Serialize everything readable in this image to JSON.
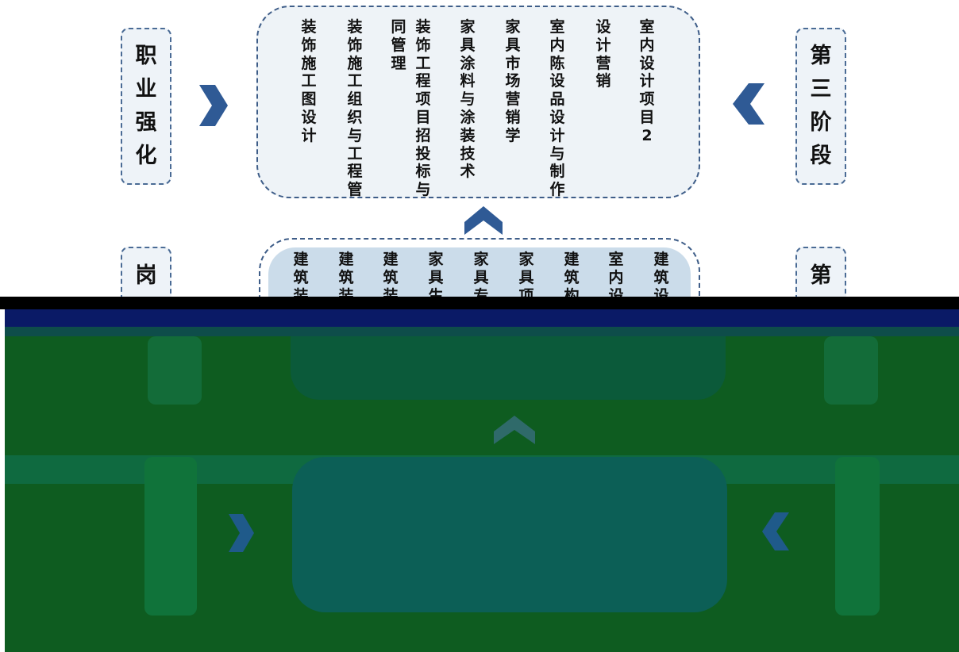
{
  "stages": [
    {
      "left_label": "职业强化",
      "right_label": "第三阶段",
      "courses": [
        "装饰施工图设计",
        "装饰施工组织与工程管理",
        "同管理",
        "装饰工程项目招投标与合",
        "家具涂料与涂装技术",
        "家具市场营销学",
        "室内陈设品设计与制作",
        "设计营销",
        "室内设计项目2"
      ]
    },
    {
      "left_label": "岗位",
      "right_label": "第",
      "courses": [
        "建筑装饰",
        "建筑装饰",
        "建筑装",
        "家具生",
        "家具专",
        "家具项",
        "建筑构",
        "室内设",
        "建筑设"
      ]
    }
  ],
  "colors": {
    "accent_blue": "#2f5a95",
    "panel_fill": "#eef3f7",
    "corrupt_green": "#0e5c20",
    "corrupt_navy": "#0a1a66"
  },
  "icons": [
    "chevron-right-icon",
    "chevron-left-icon",
    "chevron-up-icon"
  ]
}
